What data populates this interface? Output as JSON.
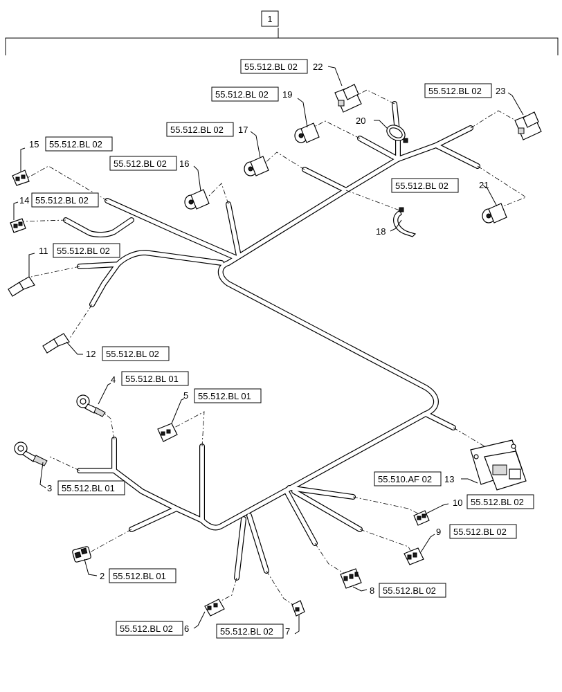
{
  "assembly": {
    "number": "1"
  },
  "callouts": [
    {
      "id": "c1",
      "number": "1",
      "ref": ""
    },
    {
      "id": "c2",
      "number": "2",
      "ref": "55.512.BL 01"
    },
    {
      "id": "c3",
      "number": "3",
      "ref": "55.512.BL 01"
    },
    {
      "id": "c4",
      "number": "4",
      "ref": "55.512.BL 01"
    },
    {
      "id": "c5",
      "number": "5",
      "ref": "55.512.BL 01"
    },
    {
      "id": "c6",
      "number": "6",
      "ref": "55.512.BL 02"
    },
    {
      "id": "c7",
      "number": "7",
      "ref": "55.512.BL 02"
    },
    {
      "id": "c8",
      "number": "8",
      "ref": "55.512.BL 02"
    },
    {
      "id": "c9",
      "number": "9",
      "ref": "55.512.BL 02"
    },
    {
      "id": "c10",
      "number": "10",
      "ref": "55.512.BL 02"
    },
    {
      "id": "c11",
      "number": "11",
      "ref": "55.512.BL 02"
    },
    {
      "id": "c12",
      "number": "12",
      "ref": "55.512.BL 02"
    },
    {
      "id": "c13",
      "number": "13",
      "ref": "55.510.AF 02"
    },
    {
      "id": "c14",
      "number": "14",
      "ref": "55.512.BL 02"
    },
    {
      "id": "c15",
      "number": "15",
      "ref": "55.512.BL 02"
    },
    {
      "id": "c16",
      "number": "16",
      "ref": "55.512.BL 02"
    },
    {
      "id": "c17",
      "number": "17",
      "ref": "55.512.BL 02"
    },
    {
      "id": "c18",
      "number": "18",
      "ref": ""
    },
    {
      "id": "c19",
      "number": "19",
      "ref": "55.512.BL 02"
    },
    {
      "id": "c20",
      "number": "20",
      "ref": ""
    },
    {
      "id": "c21",
      "number": "21",
      "ref": "55.512.BL 02"
    },
    {
      "id": "c22",
      "number": "22",
      "ref": "55.512.BL 02"
    },
    {
      "id": "c23",
      "number": "23",
      "ref": "55.512.BL 02"
    }
  ]
}
